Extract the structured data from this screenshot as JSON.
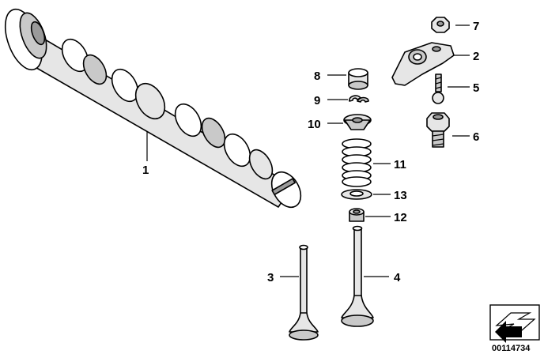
{
  "diagram": {
    "document_number": "00114734",
    "callouts": [
      {
        "id": "1",
        "label": "1"
      },
      {
        "id": "2",
        "label": "2"
      },
      {
        "id": "3",
        "label": "3"
      },
      {
        "id": "4",
        "label": "4"
      },
      {
        "id": "5",
        "label": "5"
      },
      {
        "id": "6",
        "label": "6"
      },
      {
        "id": "7",
        "label": "7"
      },
      {
        "id": "8",
        "label": "8"
      },
      {
        "id": "9",
        "label": "9"
      },
      {
        "id": "10",
        "label": "10"
      },
      {
        "id": "11",
        "label": "11"
      },
      {
        "id": "12",
        "label": "12"
      },
      {
        "id": "13",
        "label": "13"
      }
    ]
  }
}
